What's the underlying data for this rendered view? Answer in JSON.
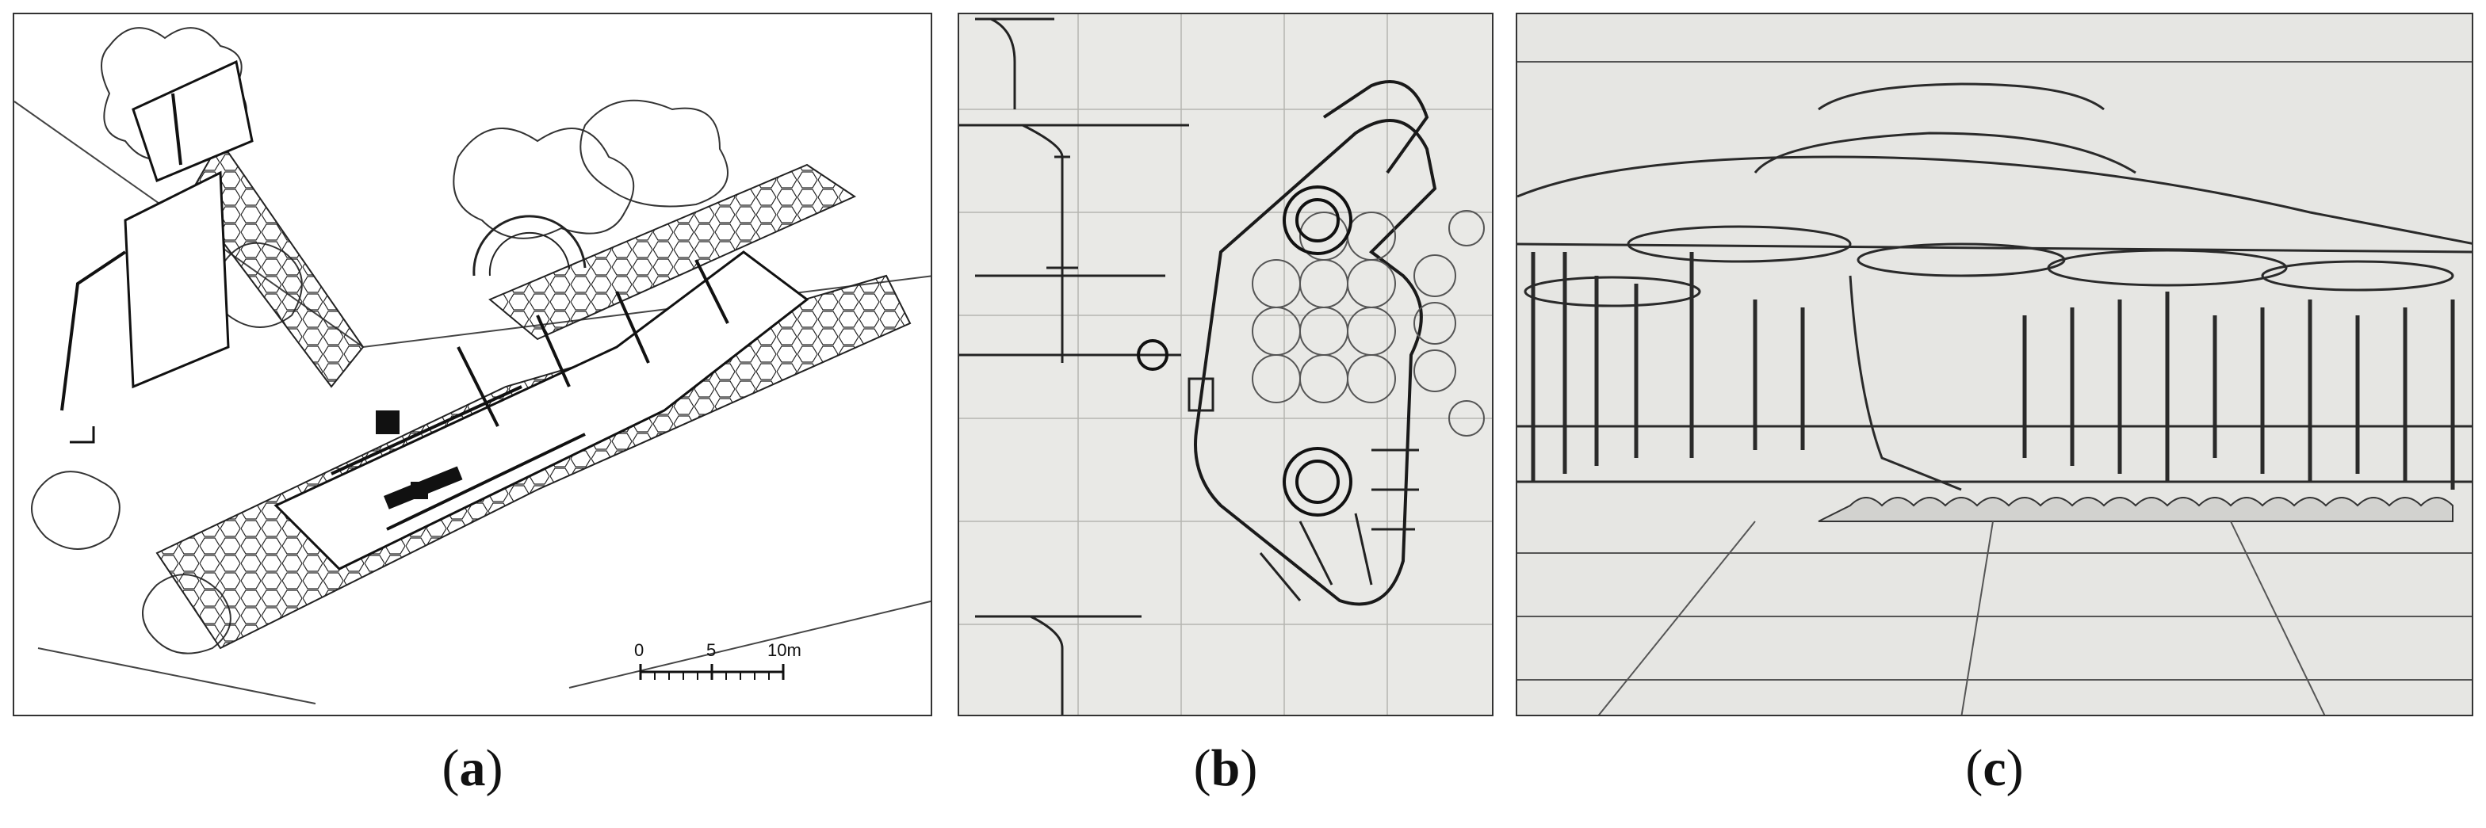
{
  "figure": {
    "panels": [
      {
        "id": "a",
        "caption_open": "(",
        "caption_letter": "a",
        "caption_close": ")",
        "scale_bar_labels": [
          "0",
          "5",
          "10m"
        ]
      },
      {
        "id": "b",
        "caption_open": "(",
        "caption_letter": "b",
        "caption_close": ")"
      },
      {
        "id": "c",
        "caption_open": "(",
        "caption_letter": "c",
        "caption_close": ")"
      }
    ],
    "colors": {
      "ink": "#1a1a1a",
      "paper_a": "#ffffff",
      "paper_b": "#e9e9e6",
      "paper_c": "#e6e6e3"
    }
  }
}
